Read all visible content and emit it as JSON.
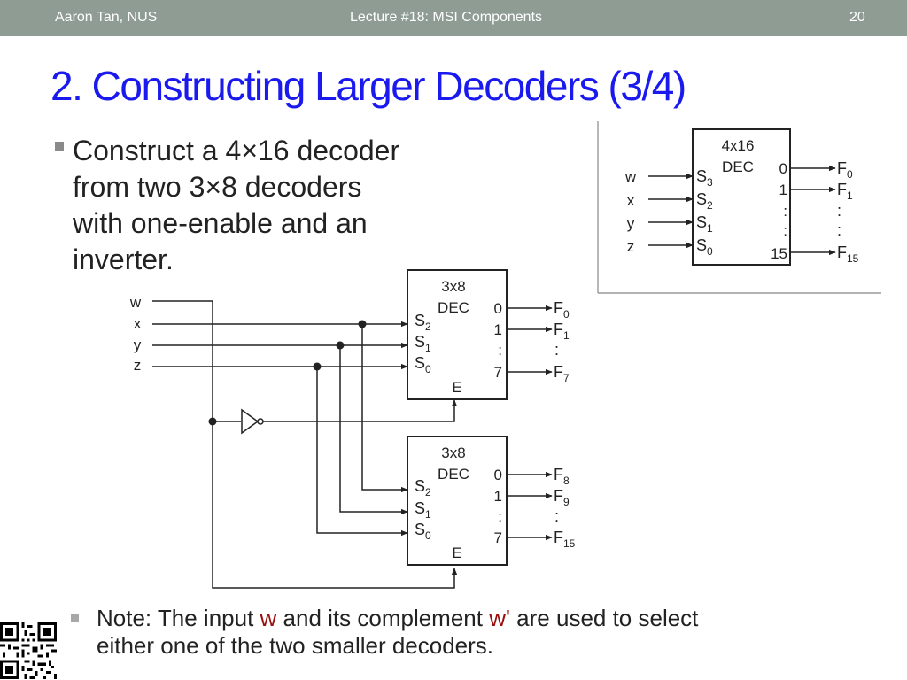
{
  "header": {
    "author": "Aaron Tan, NUS",
    "lecture": "Lecture #18: MSI Components",
    "page": "20"
  },
  "slide": {
    "title": "2. Constructing Larger Decoders (3/4)",
    "bullet_lines": [
      "Construct a 4×16 decoder",
      "from two 3×8 decoders",
      "with one-enable and an",
      "inverter."
    ],
    "note": {
      "line1_pre": "Note: The input ",
      "w": "w",
      "line1_mid": " and its complement ",
      "w_prime": "w'",
      "line1_post": " are used to select",
      "line2": "either one of the two smaller decoders."
    }
  },
  "diagram_small": {
    "block": [
      "4x16",
      "DEC"
    ],
    "inputs": [
      "w",
      "x",
      "y",
      "z"
    ],
    "selects": [
      {
        "s": "S",
        "sub": "3"
      },
      {
        "s": "S",
        "sub": "2"
      },
      {
        "s": "S",
        "sub": "1"
      },
      {
        "s": "S",
        "sub": "0"
      }
    ],
    "out_nums": [
      "0",
      "1",
      ":",
      ":",
      "15"
    ],
    "out_labels": [
      {
        "f": "F",
        "sub": "0"
      },
      {
        "f": "F",
        "sub": "1"
      },
      {
        "f": ":",
        "sub": ""
      },
      {
        "f": ":",
        "sub": ""
      },
      {
        "f": "F",
        "sub": "15"
      }
    ]
  },
  "diagram_main": {
    "inputs": [
      "w",
      "x",
      "y",
      "z"
    ],
    "decoder_top": {
      "block": [
        "3x8",
        "DEC"
      ],
      "selects": [
        {
          "s": "S",
          "sub": "2"
        },
        {
          "s": "S",
          "sub": "1"
        },
        {
          "s": "S",
          "sub": "0"
        }
      ],
      "enable": "E",
      "out_nums": [
        "0",
        "1",
        ":",
        "7"
      ],
      "out_labels": [
        {
          "f": "F",
          "sub": "0"
        },
        {
          "f": "F",
          "sub": "1"
        },
        {
          "f": ":",
          "sub": ""
        },
        {
          "f": "F",
          "sub": "7"
        }
      ]
    },
    "decoder_bottom": {
      "block": [
        "3x8",
        "DEC"
      ],
      "selects": [
        {
          "s": "S",
          "sub": "2"
        },
        {
          "s": "S",
          "sub": "1"
        },
        {
          "s": "S",
          "sub": "0"
        }
      ],
      "enable": "E",
      "out_nums": [
        "0",
        "1",
        ":",
        "7"
      ],
      "out_labels": [
        {
          "f": "F",
          "sub": "8"
        },
        {
          "f": "F",
          "sub": "9"
        },
        {
          "f": ":",
          "sub": ""
        },
        {
          "f": "F",
          "sub": "15"
        }
      ]
    }
  }
}
